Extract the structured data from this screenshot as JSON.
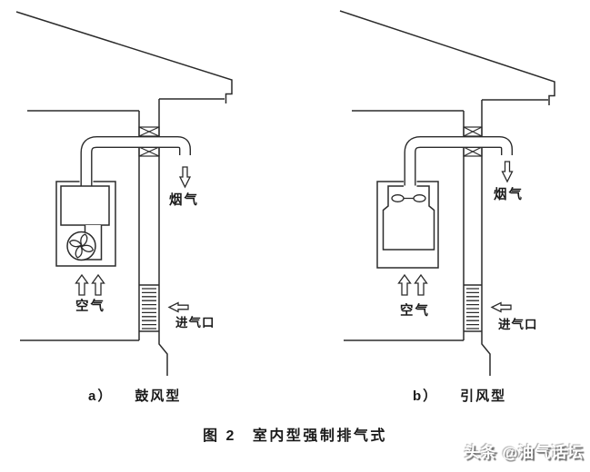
{
  "figure": {
    "caption_label": "图 2",
    "caption_title": "室内型强制排气式",
    "watermark": "头条 @油气话坛"
  },
  "diagrams": [
    {
      "key": "a",
      "index_label": "a）",
      "type_name": "鼓风型",
      "flue_gas_label": "烟气",
      "air_label": "空气",
      "air_inlet_label": "进气口"
    },
    {
      "key": "b",
      "index_label": "b）",
      "type_name": "引风型",
      "flue_gas_label": "烟气",
      "air_label": "空气",
      "air_inlet_label": "进气口"
    }
  ],
  "icons": {
    "flue_gas_arrow": "hollow-down-arrow",
    "air_flow_arrow": "hollow-up-arrow",
    "air_inlet_arrow": "hollow-left-arrow",
    "wall_hatch": "x-crossed-block",
    "blower_fan": "pinwheel-fan",
    "induced_fan": "axial-fan-side-view"
  },
  "colors": {
    "line": "#2b2b2b",
    "background": "#ffffff",
    "text": "#1a1a1a",
    "watermark_shadow": "#6e6e6e"
  }
}
